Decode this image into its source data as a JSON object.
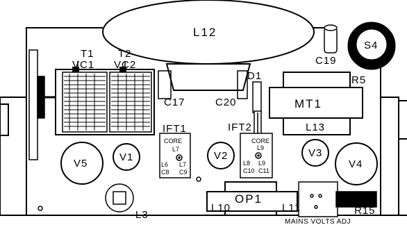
{
  "labels": {
    "l12": "L12",
    "s4": "S4",
    "c19": "C19",
    "t1": "T1",
    "t2": "T2",
    "vc1": "VC1",
    "vc2": "VC2",
    "d1": "D1",
    "r5": "R5",
    "c17": "C17",
    "c20": "C20",
    "mt1": "MT1",
    "l13": "L13",
    "ift1": "IFT1",
    "ift2": "IFT2",
    "v5": "V5",
    "v1": "V1",
    "v2": "V2",
    "v3": "V3",
    "v4": "V4",
    "l3": "L3",
    "op1": "OP1",
    "l10": "L10",
    "l11": "L11",
    "r15": "R15",
    "mains_volts_adj": "MAINS VOLTS ADJ"
  },
  "ift1": {
    "core": "CORE",
    "core_coil": "L7",
    "left_top": "L6",
    "left_bottom": "C8",
    "right_top": "L7",
    "right_bottom": "C9"
  },
  "ift2": {
    "core": "CORE",
    "core_coil": "L9",
    "left_top": "L8",
    "left_bottom": "C10",
    "right_top": "L9",
    "right_bottom": "C11"
  }
}
